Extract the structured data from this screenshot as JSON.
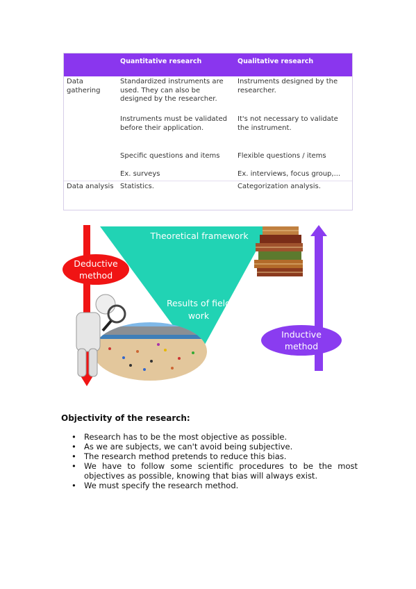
{
  "table": {
    "headers": [
      "",
      "Quantitative research",
      "Qualitative research"
    ],
    "data_gathering_label_1": "Data",
    "data_gathering_label_2": "gathering",
    "rows": [
      {
        "quantitative": [
          "Standardized instruments are",
          "used. They can also be",
          "designed by the researcher."
        ],
        "qualitative": [
          "Instruments designed by the",
          "researcher."
        ]
      },
      {
        "quantitative": [
          "Instruments must be validated",
          "before their application."
        ],
        "qualitative": [
          "It's not necessary to validate",
          "the instrument."
        ]
      },
      {
        "quantitative": [
          "Specific questions and items"
        ],
        "qualitative": [
          "Flexible questions / items"
        ]
      },
      {
        "quantitative": [
          "Ex. surveys"
        ],
        "qualitative": [
          "Ex. interviews, focus group,..."
        ]
      }
    ],
    "analysis": {
      "label": "Data analysis",
      "quantitative": "Statistics.",
      "qualitative": "Categorization analysis."
    }
  },
  "diagram": {
    "theoretical_framework": "Theoretical framework",
    "results_line1": "Results of field",
    "results_line2": "work",
    "deductive_line1": "Deductive",
    "deductive_line2": "method",
    "inductive_line1": "Inductive",
    "inductive_line2": "method",
    "colors": {
      "triangle": "#21d3b4",
      "deductive": "#f01414",
      "inductive": "#8a3cf0"
    },
    "icons": [
      "books-icon",
      "magnifier-figure-icon",
      "beach-photo"
    ]
  },
  "objectivity": {
    "title": "Objectivity of the research:",
    "bullets": [
      "Research has to be the most objective as possible.",
      "As we are subjects, we can't avoid being subjective.",
      "The research method pretends to reduce this bias.",
      "We have to follow some scientific procedures to be the most objectives as possible, knowing that bias will always exist.",
      "We must specify the research method."
    ]
  }
}
